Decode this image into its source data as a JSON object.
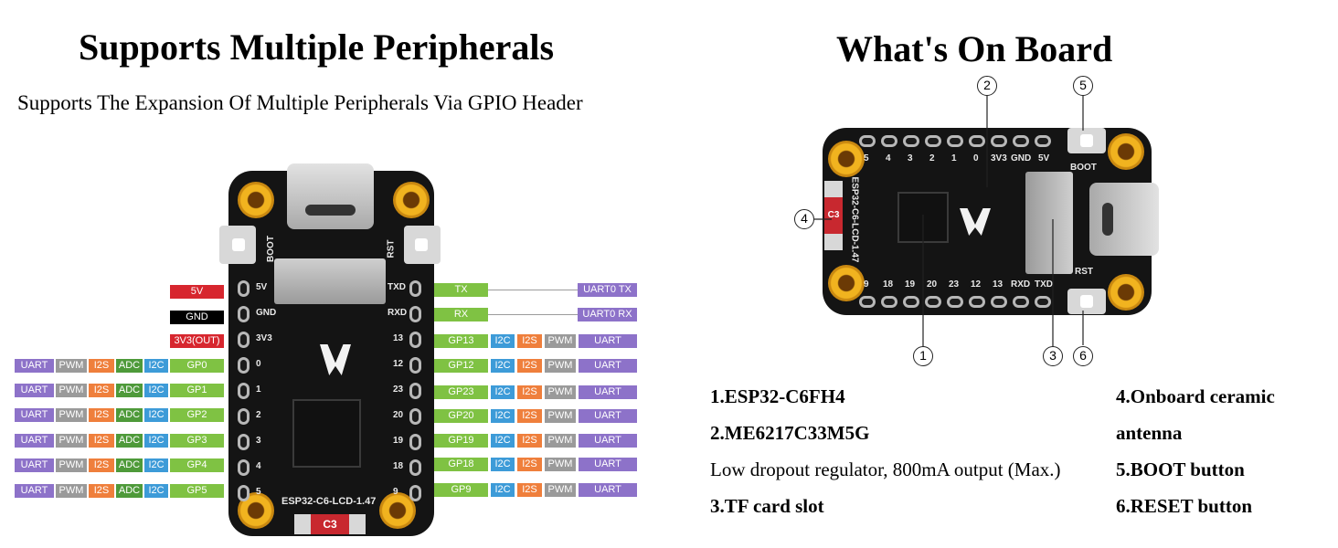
{
  "left": {
    "title": "Supports Multiple Peripherals",
    "subtitle": "Supports The Expansion Of Multiple Peripherals Via GPIO Header"
  },
  "right": {
    "title": "What's On Board"
  },
  "board_left": {
    "model": "ESP32-C6-LCD-1.47",
    "antenna_mark": "C3",
    "boot_label": "BOOT",
    "rst_label": "RST",
    "left_pins": [
      "5V",
      "GND",
      "3V3",
      "0",
      "1",
      "2",
      "3",
      "4",
      "5"
    ],
    "right_pins": [
      "TXD",
      "RXD",
      "13",
      "12",
      "23",
      "20",
      "19",
      "18",
      "9"
    ]
  },
  "power_labels": [
    "5V",
    "GND",
    "3V3(OUT)"
  ],
  "left_rows": [
    {
      "uart": "UART",
      "pwm": "PWM",
      "i2s": "I2S",
      "adc": "ADC",
      "i2c": "I2C",
      "gp": "GP0"
    },
    {
      "uart": "UART",
      "pwm": "PWM",
      "i2s": "I2S",
      "adc": "ADC",
      "i2c": "I2C",
      "gp": "GP1"
    },
    {
      "uart": "UART",
      "pwm": "PWM",
      "i2s": "I2S",
      "adc": "ADC",
      "i2c": "I2C",
      "gp": "GP2"
    },
    {
      "uart": "UART",
      "pwm": "PWM",
      "i2s": "I2S",
      "adc": "ADC",
      "i2c": "I2C",
      "gp": "GP3"
    },
    {
      "uart": "UART",
      "pwm": "PWM",
      "i2s": "I2S",
      "adc": "ADC",
      "i2c": "I2C",
      "gp": "GP4"
    },
    {
      "uart": "UART",
      "pwm": "PWM",
      "i2s": "I2S",
      "adc": "ADC",
      "i2c": "I2C",
      "gp": "GP5"
    }
  ],
  "uart_rows": [
    {
      "pin": "TX",
      "func": "UART0 TX"
    },
    {
      "pin": "RX",
      "func": "UART0 RX"
    }
  ],
  "right_rows": [
    {
      "gp": "GP13",
      "i2c": "I2C",
      "i2s": "I2S",
      "pwm": "PWM",
      "uart": "UART"
    },
    {
      "gp": "GP12",
      "i2c": "I2C",
      "i2s": "I2S",
      "pwm": "PWM",
      "uart": "UART"
    },
    {
      "gp": "GP23",
      "i2c": "I2C",
      "i2s": "I2S",
      "pwm": "PWM",
      "uart": "UART"
    },
    {
      "gp": "GP20",
      "i2c": "I2C",
      "i2s": "I2S",
      "pwm": "PWM",
      "uart": "UART"
    },
    {
      "gp": "GP19",
      "i2c": "I2C",
      "i2s": "I2S",
      "pwm": "PWM",
      "uart": "UART"
    },
    {
      "gp": "GP18",
      "i2c": "I2C",
      "i2s": "I2S",
      "pwm": "PWM",
      "uart": "UART"
    },
    {
      "gp": "GP9",
      "i2c": "I2C",
      "i2s": "I2S",
      "pwm": "PWM",
      "uart": "UART"
    }
  ],
  "board_right": {
    "model": "ESP32-C6-LCD-1.47",
    "antenna_mark": "C3",
    "boot_label": "BOOT",
    "rst_label": "RST",
    "top_pins": [
      "5",
      "4",
      "3",
      "2",
      "1",
      "0",
      "3V3",
      "GND",
      "5V"
    ],
    "bottom_pins": [
      "9",
      "18",
      "19",
      "20",
      "23",
      "12",
      "13",
      "RXD",
      "TXD"
    ]
  },
  "callouts": [
    "1",
    "2",
    "3",
    "4",
    "5",
    "6"
  ],
  "components": {
    "c1": "1.ESP32-C6FH4",
    "c2": "2.ME6217C33M5G",
    "c2_desc": "Low dropout regulator, 800mA output (Max.)",
    "c3": "3.TF card slot",
    "c4a": "4.Onboard ceramic",
    "c4b": "antenna",
    "c5": "5.BOOT button",
    "c6": "6.RESET button"
  }
}
